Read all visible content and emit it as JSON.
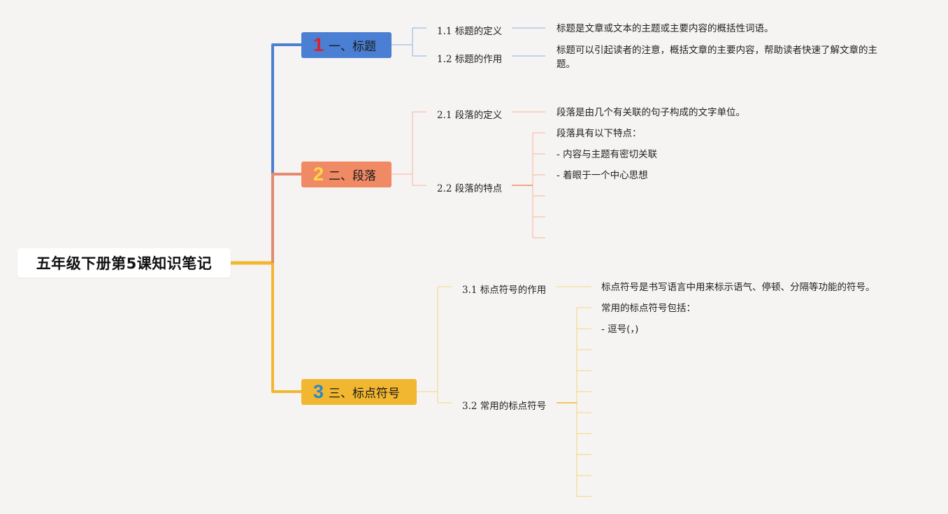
{
  "root": {
    "title": "五年级下册第5课知识笔记"
  },
  "colors": {
    "blue": "#4a7fd4",
    "orange": "#f08a64",
    "yellow": "#f2b731",
    "num1": "#d9232e",
    "num2": "#ffd84a",
    "num3": "#2c88c9"
  },
  "branches": [
    {
      "num": "1",
      "label": "一、标题",
      "subs": [
        {
          "title": "1.1 标题的定义",
          "leaves": [
            "标题是文章或文本的主题或主要内容的概括性词语。"
          ]
        },
        {
          "title": "1.2 标题的作用",
          "leaves": [
            "标题可以引起读者的注意，概括文章的主要内容，帮助读者快速了解文章的主题。"
          ]
        }
      ]
    },
    {
      "num": "2",
      "label": "二、段落",
      "subs": [
        {
          "title": "2.1 段落的定义",
          "leaves": [
            "段落是由几个有关联的句子构成的文字单位。"
          ]
        },
        {
          "title": "2.2 段落的特点",
          "leaves": [
            "段落具有以下特点：",
            "- 内容与主题有密切关联",
            "- 着眼于一个中心思想",
            "",
            "",
            ""
          ]
        }
      ]
    },
    {
      "num": "3",
      "label": "三、标点符号",
      "subs": [
        {
          "title": "3.1 标点符号的作用",
          "leaves": [
            "标点符号是书写语言中用来标示语气、停顿、分隔等功能的符号。"
          ]
        },
        {
          "title": "3.2 常用的标点符号",
          "leaves": [
            "常用的标点符号包括：",
            "- 逗号(，)",
            "",
            "",
            "",
            "",
            "",
            "",
            "",
            ""
          ]
        }
      ]
    }
  ]
}
